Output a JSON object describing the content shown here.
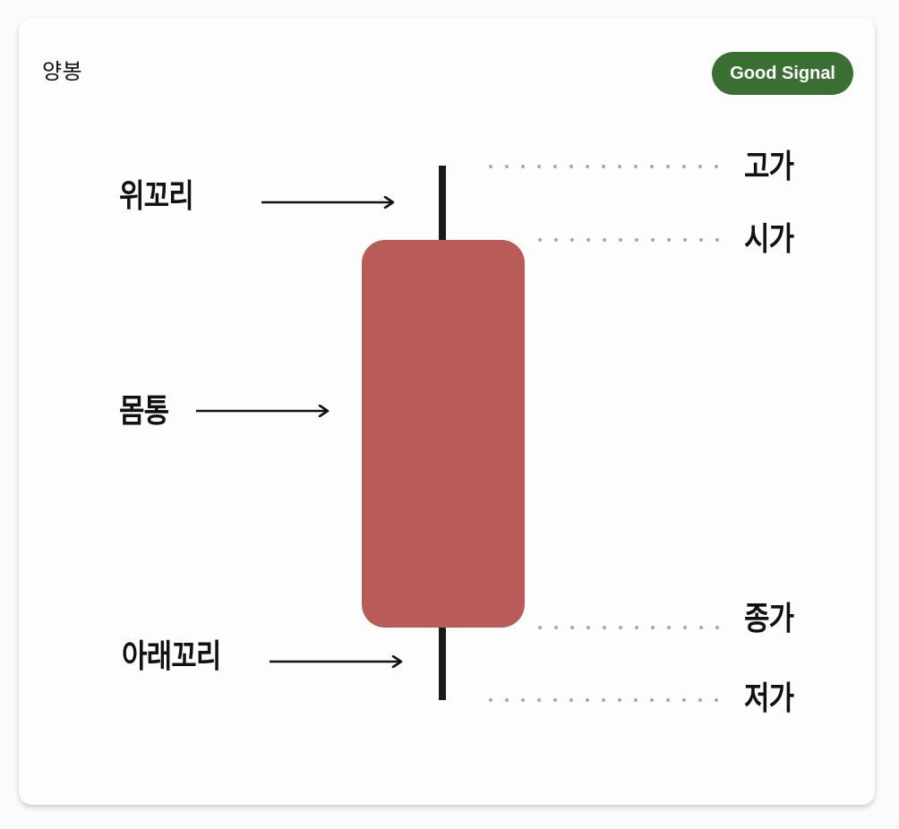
{
  "card": {
    "title": "양봉",
    "badge": {
      "label": "Good Signal",
      "color": "#3b6e32"
    }
  },
  "diagram": {
    "body_color": "#b95c59",
    "wick_color": "#1a1a1a",
    "left_labels": {
      "upper_wick": "위꼬리",
      "body": "몸통",
      "lower_wick": "아래꼬리"
    },
    "right_labels": {
      "high": "고가",
      "open": "시가",
      "close": "종가",
      "low": "저가"
    }
  }
}
